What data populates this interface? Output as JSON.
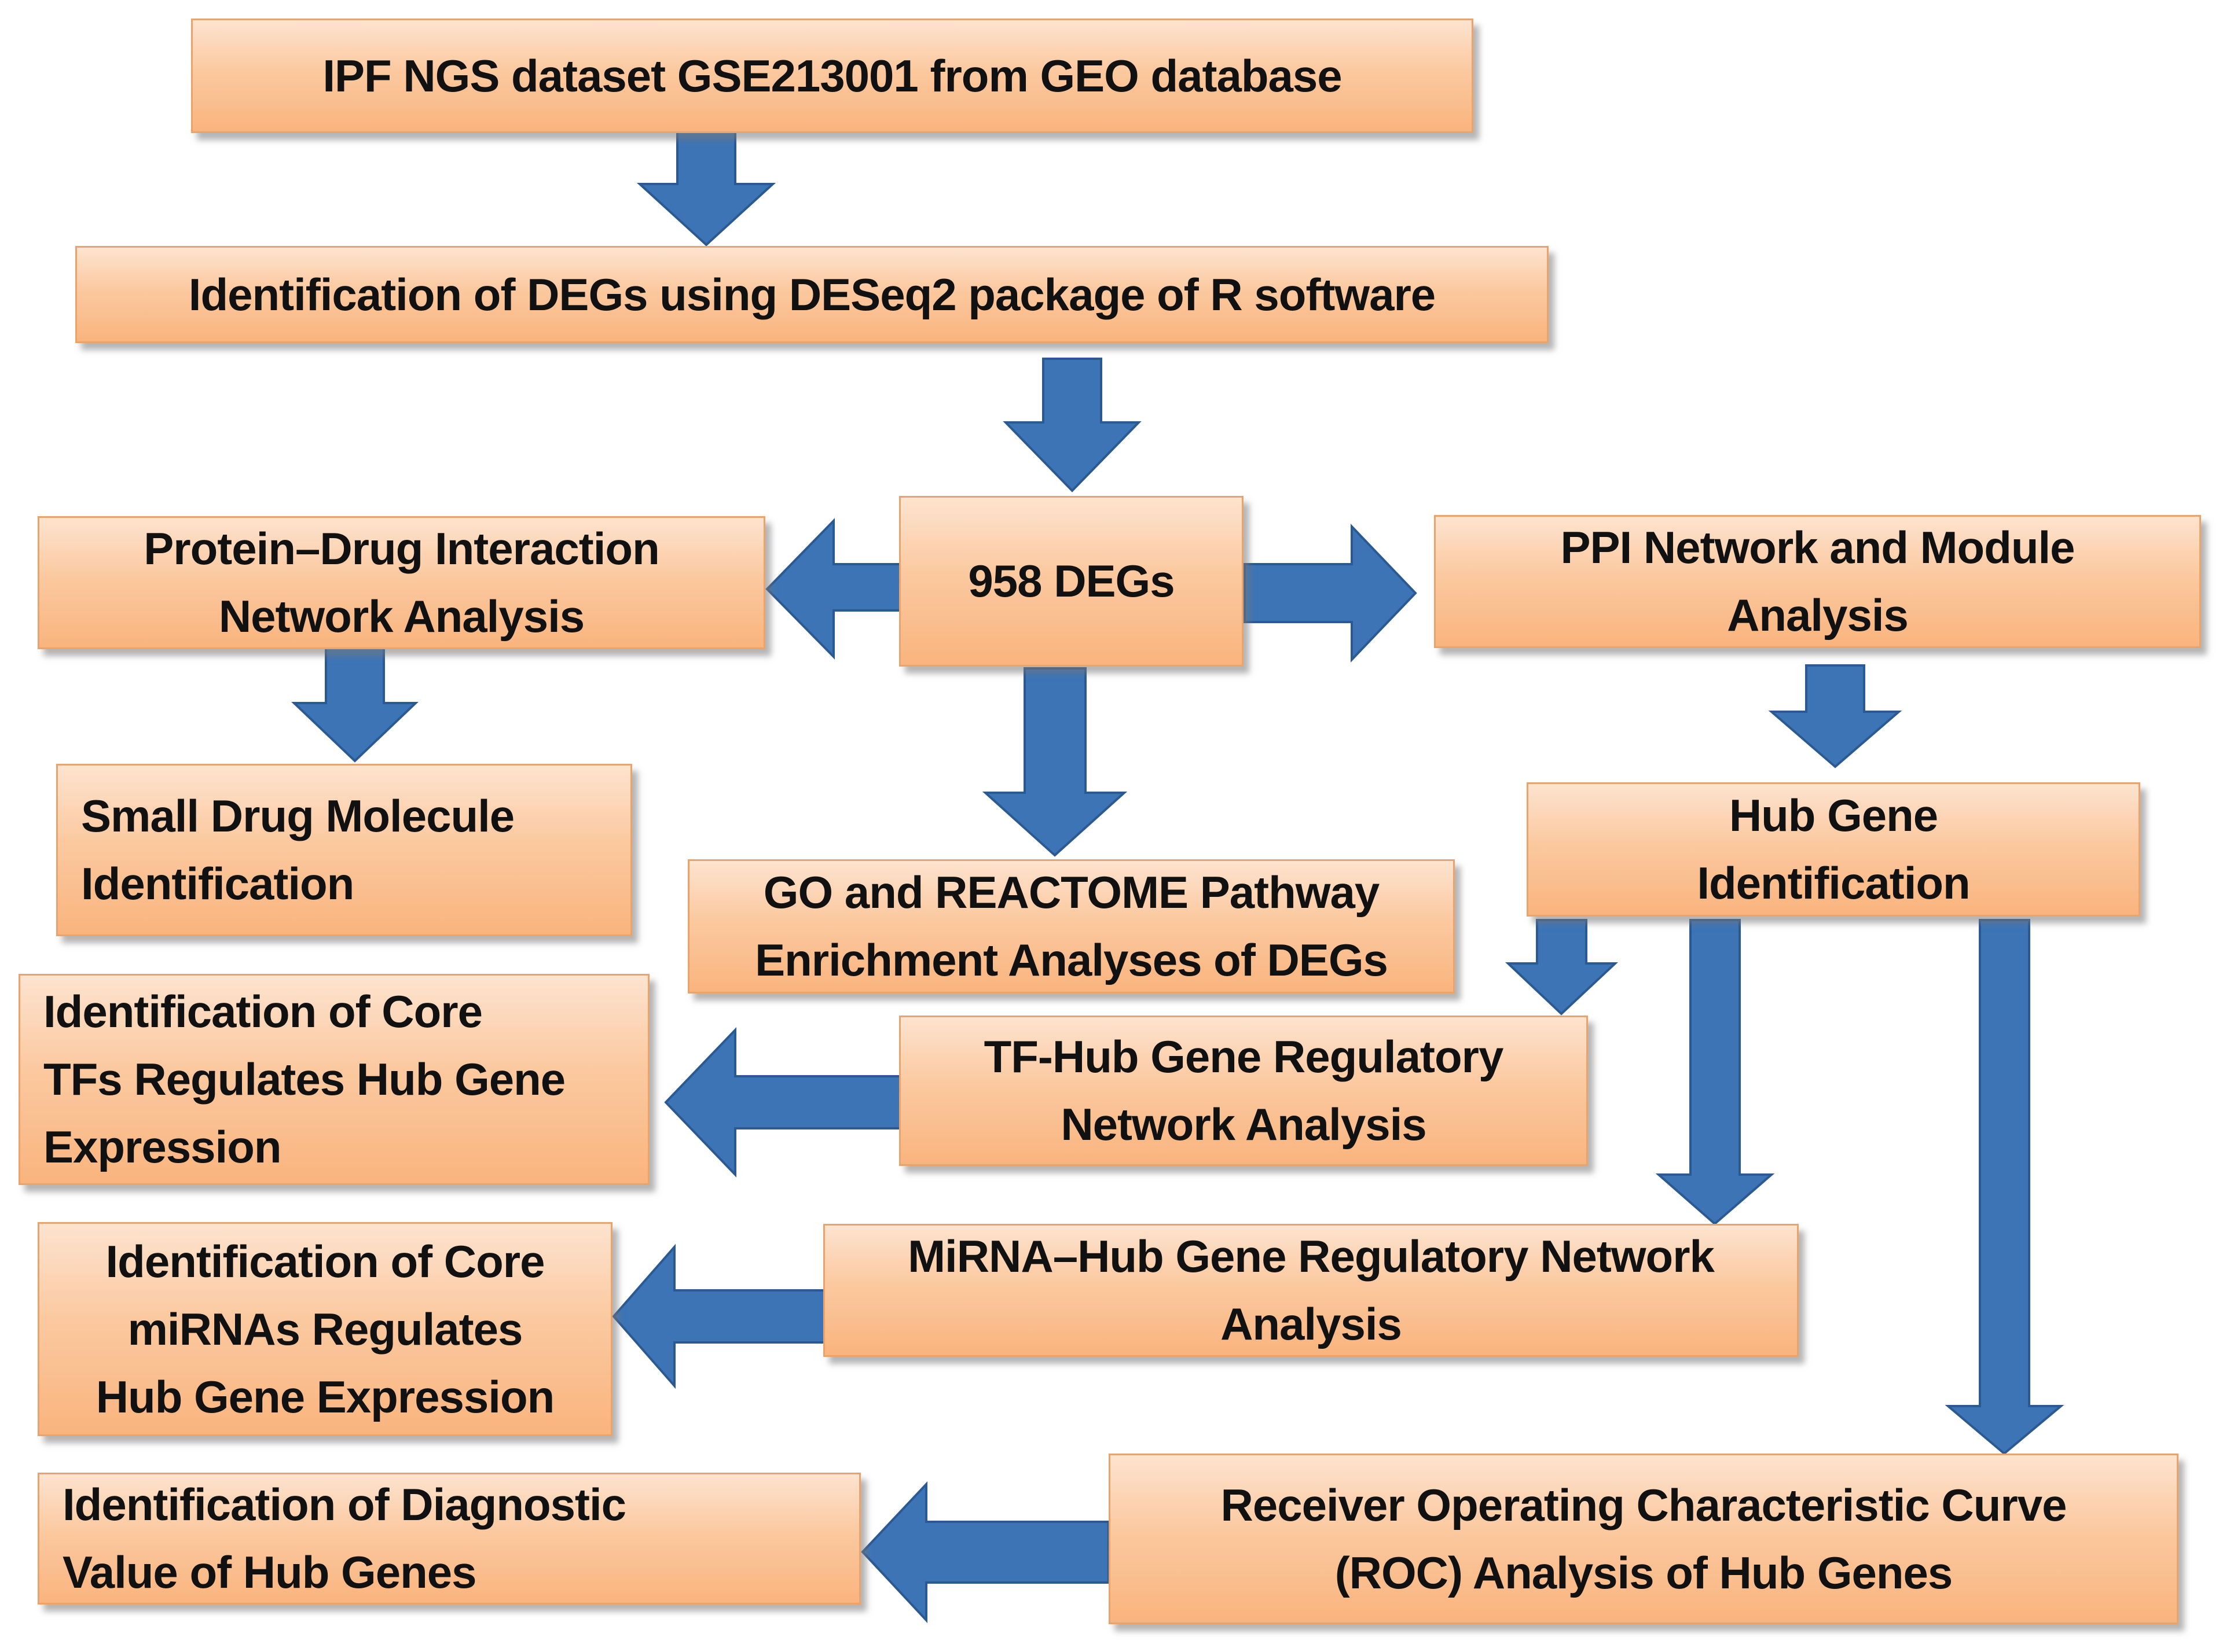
{
  "nodes": {
    "geo": {
      "lines": [
        "IPF NGS dataset GSE213001 from GEO database"
      ]
    },
    "degs_id": {
      "lines": [
        "Identification of DEGs using DESeq2 package of R software"
      ]
    },
    "degs958": {
      "lines": [
        "958 DEGs"
      ]
    },
    "protein_drug": {
      "lines": [
        "Protein–Drug Interaction",
        "Network Analysis"
      ]
    },
    "ppi": {
      "lines": [
        "PPI Network and Module",
        "Analysis"
      ]
    },
    "small_drug": {
      "lines": [
        "Small  Drug Molecule",
        "Identification"
      ]
    },
    "go_reactome": {
      "lines": [
        "GO and REACTOME Pathway",
        "Enrichment Analyses of DEGs"
      ]
    },
    "hub_gene": {
      "lines": [
        "Hub Gene",
        "Identification"
      ]
    },
    "core_tfs": {
      "lines": [
        "Identification of  Core",
        "TFs Regulates  Hub Gene",
        "Expression"
      ]
    },
    "tf_hub": {
      "lines": [
        "TF-Hub Gene Regulatory",
        "Network Analysis"
      ]
    },
    "core_mirnas": {
      "lines": [
        "Identification of  Core",
        "miRNAs Regulates",
        "Hub Gene Expression"
      ]
    },
    "mirna_hub": {
      "lines": [
        "MiRNA–Hub Gene Regulatory Network",
        "Analysis"
      ]
    },
    "diagnostic": {
      "lines": [
        "Identification of Diagnostic",
        "Value of Hub Genes"
      ]
    },
    "roc": {
      "lines": [
        "Receiver Operating Characteristic Curve",
        "(ROC) Analysis of Hub Genes"
      ]
    }
  },
  "colors": {
    "arrow_fill": "#3d74b6",
    "arrow_stroke": "#2b5a93",
    "box_border": "#e9a36b",
    "text": "#111111"
  }
}
